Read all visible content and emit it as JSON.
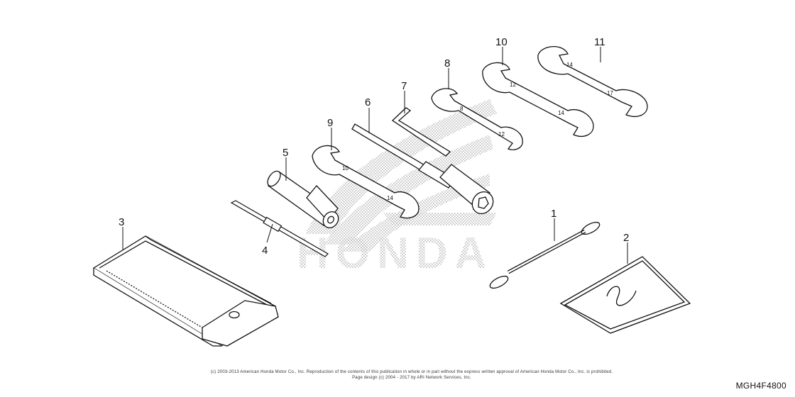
{
  "watermark": {
    "text": "HONDA"
  },
  "callouts": [
    {
      "id": "1",
      "label": "1"
    },
    {
      "id": "2",
      "label": "2"
    },
    {
      "id": "3",
      "label": "3"
    },
    {
      "id": "4",
      "label": "4"
    },
    {
      "id": "5",
      "label": "5"
    },
    {
      "id": "6",
      "label": "6"
    },
    {
      "id": "7",
      "label": "7"
    },
    {
      "id": "8",
      "label": "8"
    },
    {
      "id": "9",
      "label": "9"
    },
    {
      "id": "10",
      "label": "10"
    },
    {
      "id": "11",
      "label": "11"
    }
  ],
  "wrench_sizes": {
    "w8": [
      "8",
      "12"
    ],
    "w9": [
      "10",
      "14"
    ],
    "w10": [
      "12",
      "14"
    ],
    "w11": [
      "14",
      "17"
    ]
  },
  "footer": {
    "copyright_line1": "(c) 2003-2013 American Honda Motor Co., Inc. Reproduction of the contents of this publication in whole or in part without the express written approval of American Honda Motor Co., Inc. is prohibited.",
    "copyright_line2": "Page design (c) 2004 - 2017 by ARI Network Services, Inc.",
    "diagram_code": "MGH4F4800"
  }
}
